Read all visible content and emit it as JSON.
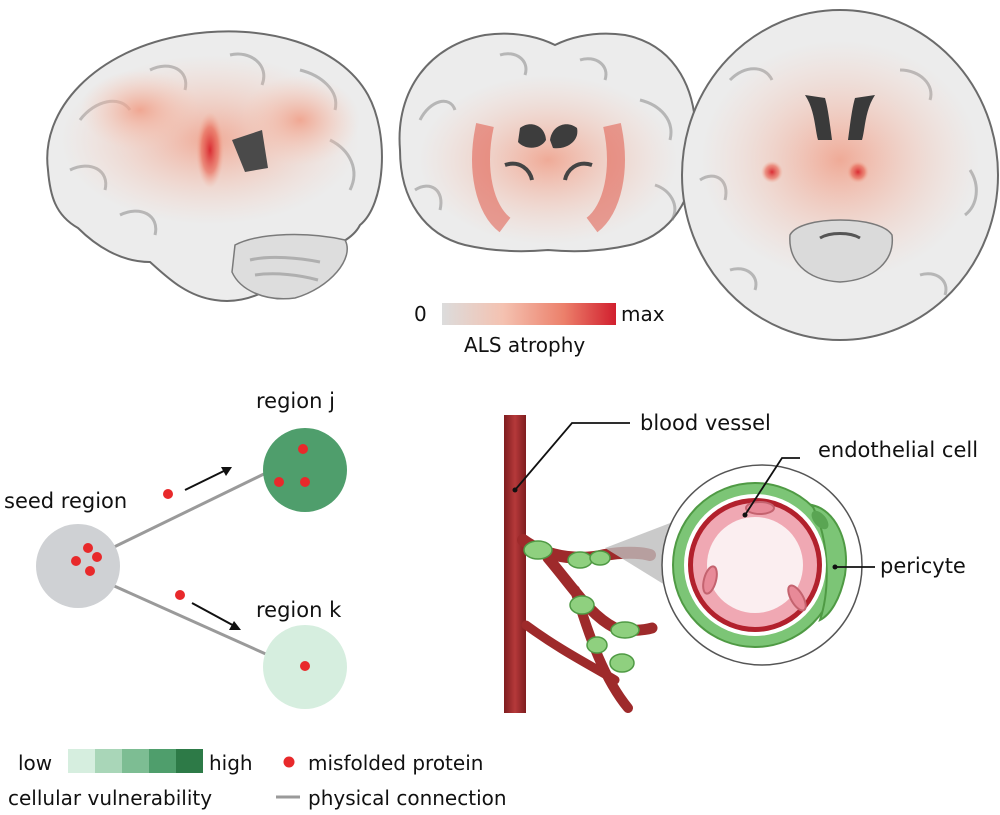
{
  "colorbar": {
    "min_label": "0",
    "max_label": "max",
    "title": "ALS atrophy",
    "colors": [
      "#d9d9d9",
      "#f3b9a5",
      "#ec7f6a",
      "#d21f2c"
    ]
  },
  "network": {
    "seed_label": "seed region",
    "region_j_label": "region j",
    "region_k_label": "region k",
    "protein_color": "#e8292b",
    "connection_color": "#9a9a9a"
  },
  "vessel": {
    "blood_vessel_label": "blood vessel",
    "endothelial_label": "endothelial cell",
    "pericyte_label": "pericyte",
    "vessel_color": "#9e2a2b",
    "pericyte_color": "#7cc576"
  },
  "legend": {
    "low_label": "low",
    "high_label": "high",
    "vulnerability_label": "cellular vulnerability",
    "protein_label": "misfolded protein",
    "connection_label": "physical connection",
    "scale_colors": [
      "#d6eedf",
      "#a9d6b8",
      "#7dbd93",
      "#4f9e6c",
      "#2d7a47"
    ]
  }
}
